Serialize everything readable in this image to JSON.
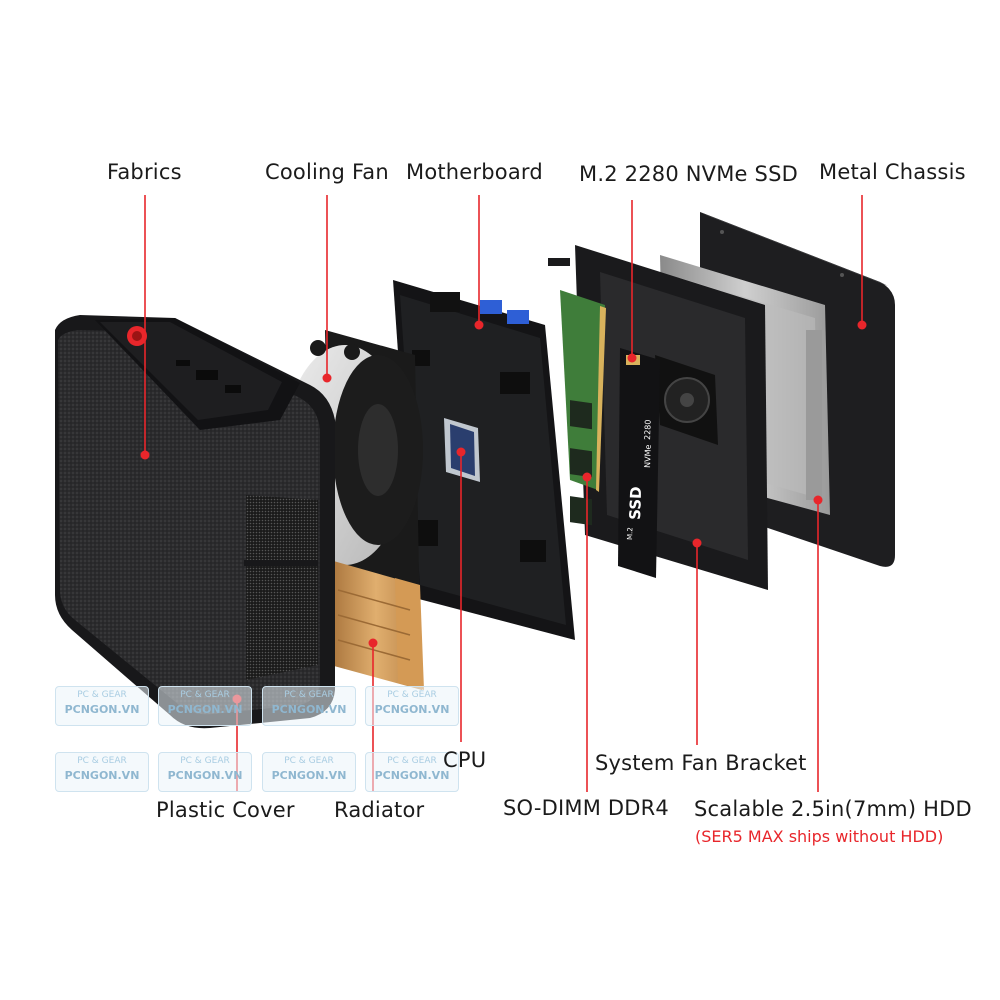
{
  "labels": {
    "fabrics": "Fabrics",
    "cooling_fan": "Cooling Fan",
    "motherboard": "Motherboard",
    "ssd": "M.2 2280 NVMe SSD",
    "metal_chassis": "Metal Chassis",
    "cpu": "CPU",
    "system_fan_bracket": "System Fan Bracket",
    "plastic_cover": "Plastic Cover",
    "radiator": "Radiator",
    "sodimm": "SO-DIMM DDR4",
    "hdd": "Scalable 2.5in(7mm) HDD",
    "hdd_note": "(SER5 MAX ships without HDD)"
  },
  "ssd_print": {
    "brand": "SSD",
    "type": "NVMe",
    "size": "2280",
    "slot": "M.2"
  },
  "watermark": {
    "line1": "PC & GEAR",
    "line2": "PCNGON.VN"
  },
  "colors": {
    "leader": "#e8262b",
    "note": "#e8262b",
    "label": "#1b1b1b",
    "chassis": "#1c1c1e",
    "board_green": "#3f7d3a",
    "copper": "#c7955a",
    "ssd_blue": "#2a5fb0",
    "usb_blue": "#2e5fd6"
  }
}
